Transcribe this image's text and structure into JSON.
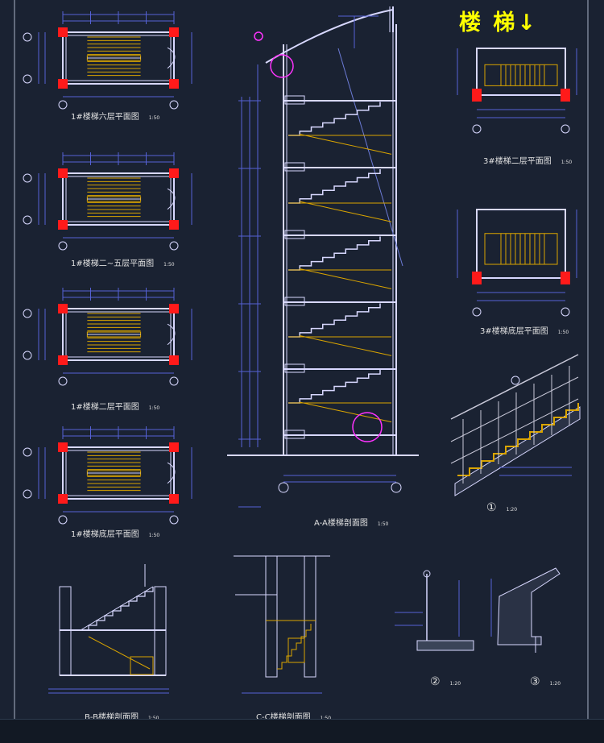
{
  "title": "楼 梯↓",
  "drawings": [
    {
      "id": "p1",
      "label": "1#楼梯六层平面图",
      "scale": "1:50"
    },
    {
      "id": "p2",
      "label": "1#楼梯二~五层平面图",
      "scale": "1:50"
    },
    {
      "id": "p3",
      "label": "1#楼梯二层平面图",
      "scale": "1:50"
    },
    {
      "id": "p4",
      "label": "1#楼梯底层平面图",
      "scale": "1:50"
    },
    {
      "id": "s1",
      "label": "A-A楼梯剖面图",
      "scale": "1:50"
    },
    {
      "id": "r1",
      "label": "3#楼梯二层平面图",
      "scale": "1:50"
    },
    {
      "id": "r2",
      "label": "3#楼梯底层平面图",
      "scale": "1:50"
    },
    {
      "id": "s2",
      "label": "B-B楼梯剖面图",
      "scale": "1:50"
    },
    {
      "id": "s3",
      "label": "C-C楼梯剖面图",
      "scale": "1:50"
    }
  ],
  "details": [
    {
      "id": "d1",
      "num": "①",
      "scale": "1:20"
    },
    {
      "id": "d2",
      "num": "②",
      "scale": "1:20"
    },
    {
      "id": "d3",
      "num": "③",
      "scale": "1:20"
    }
  ],
  "colors": {
    "background": "#1a2232",
    "wall": "#d8d8ff",
    "column": "#ff1a1a",
    "stair": "#d9a400",
    "dimension": "#5561d6",
    "annotation": "#ff33ff",
    "title": "#ffff00"
  }
}
